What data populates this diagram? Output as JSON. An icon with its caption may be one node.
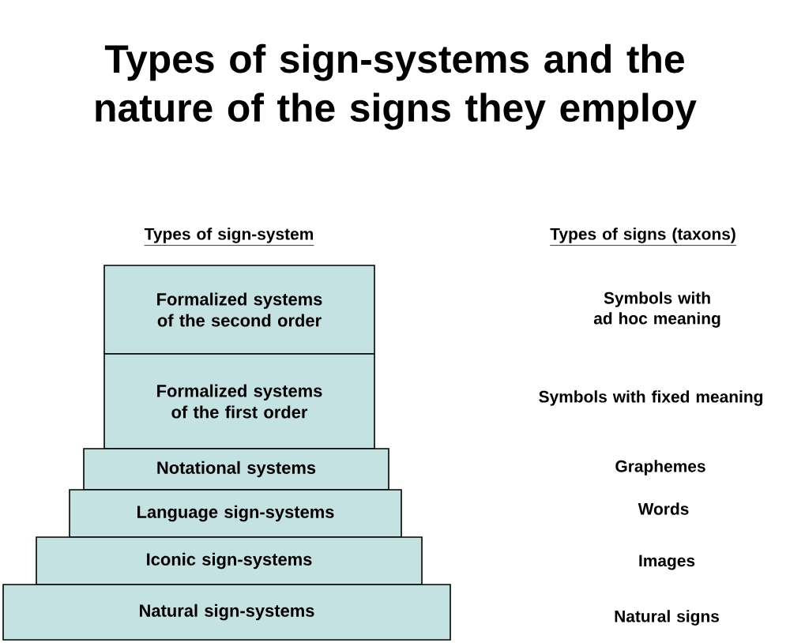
{
  "diagram": {
    "title": "Types of sign-systems and the nature of the signs they employ",
    "nodes": [
      {
        "text": [
          "Formalized systems of the second order"
        ]
      },
      {
        "text": [
          "Formalized systems of the first order"
        ]
      },
      {
        "text": [
          "Notational systems"
        ]
      },
      {
        "text": [
          "Language sign-systems"
        ]
      },
      {
        "text": [
          "Iconic sign-systems"
        ]
      },
      {
        "text": [
          "Natural sign-systems"
        ]
      }
    ],
    "labels": [
      "Types of sign-system",
      "Types of signs (taxons)",
      "Symbols with ad hoc meaning",
      "Symbols with fixed meaning",
      "Graphemes",
      "Words",
      "Images",
      "Natural signs"
    ]
  }
}
